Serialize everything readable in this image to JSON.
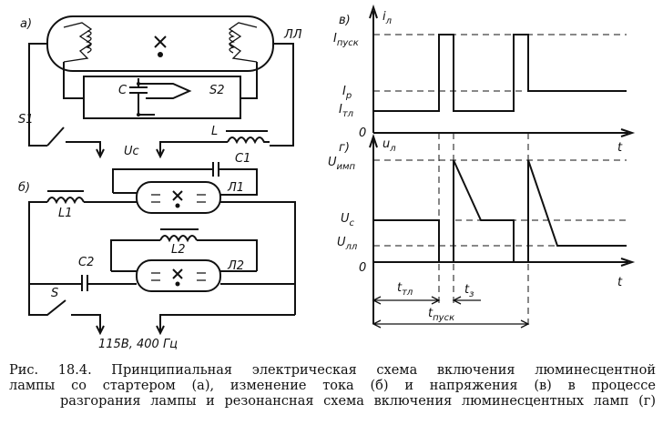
{
  "labels": {
    "panel_a": "а)",
    "panel_b": "б)",
    "panel_v": "в)",
    "panel_g": "г)",
    "lamp_ll": "ЛЛ",
    "cap_c": "C",
    "starter_s2": "S2",
    "switch_s1": "S1",
    "inductor_l": "L",
    "voltage_uc": "Uc",
    "cap_c1": "C1",
    "lamp_l1": "Л1",
    "inductor_l1": "L1",
    "inductor_l2": "L2",
    "lamp_l2": "Л2",
    "cap_c2": "C2",
    "switch_s": "S",
    "supply": "115В, 400 Гц"
  },
  "chart_data": [
    {
      "type": "line",
      "panel": "в)",
      "ylabel": "iл",
      "xlabel": "t",
      "y_ticks": [
        "Iпуск",
        "Iр",
        "Iтл",
        "0"
      ],
      "series": [
        {
          "values_desc": [
            "Iтл",
            "Iпуск",
            "Iтл",
            "Iпуск",
            "Iр"
          ]
        }
      ]
    },
    {
      "type": "line",
      "panel": "г)",
      "ylabel": "uл",
      "xlabel": "t",
      "y_ticks": [
        "Uимп",
        "Uc",
        "Uлл",
        "0"
      ],
      "intervals": [
        "tтл",
        "tз",
        "tпуск"
      ]
    }
  ],
  "graph_text": {
    "v": {
      "ylabel_i": "i",
      "ylabel_sub": "л",
      "t": "t",
      "Ipusk": "I",
      "Ipusk_sub": "пуск",
      "Ir": "I",
      "Ir_sub": "р",
      "Itl": "I",
      "Itl_sub": "тл",
      "zero": "0"
    },
    "g": {
      "ylabel_u": "u",
      "ylabel_sub": "л",
      "t": "t",
      "Uimp": "U",
      "Uimp_sub": "имп",
      "Uc": "U",
      "Uc_sub": "с",
      "Ull": "U",
      "Ull_sub": "лл",
      "zero": "0",
      "ttl": "t",
      "ttl_sub": "тл",
      "tz": "t",
      "tz_sub": "з",
      "tpusk": "t",
      "tpusk_sub": "пуск"
    }
  },
  "caption": {
    "line1": "Рис.   18.4.   Принципиальная   электрическая   схема   включения   люминесцентной",
    "line2": "лампы со стартером (а), изменение тока (б) и напряжения (в) в процессе",
    "line3": "разгорания лампы и резонансная схема включения люминесцентных ламп (г)"
  }
}
